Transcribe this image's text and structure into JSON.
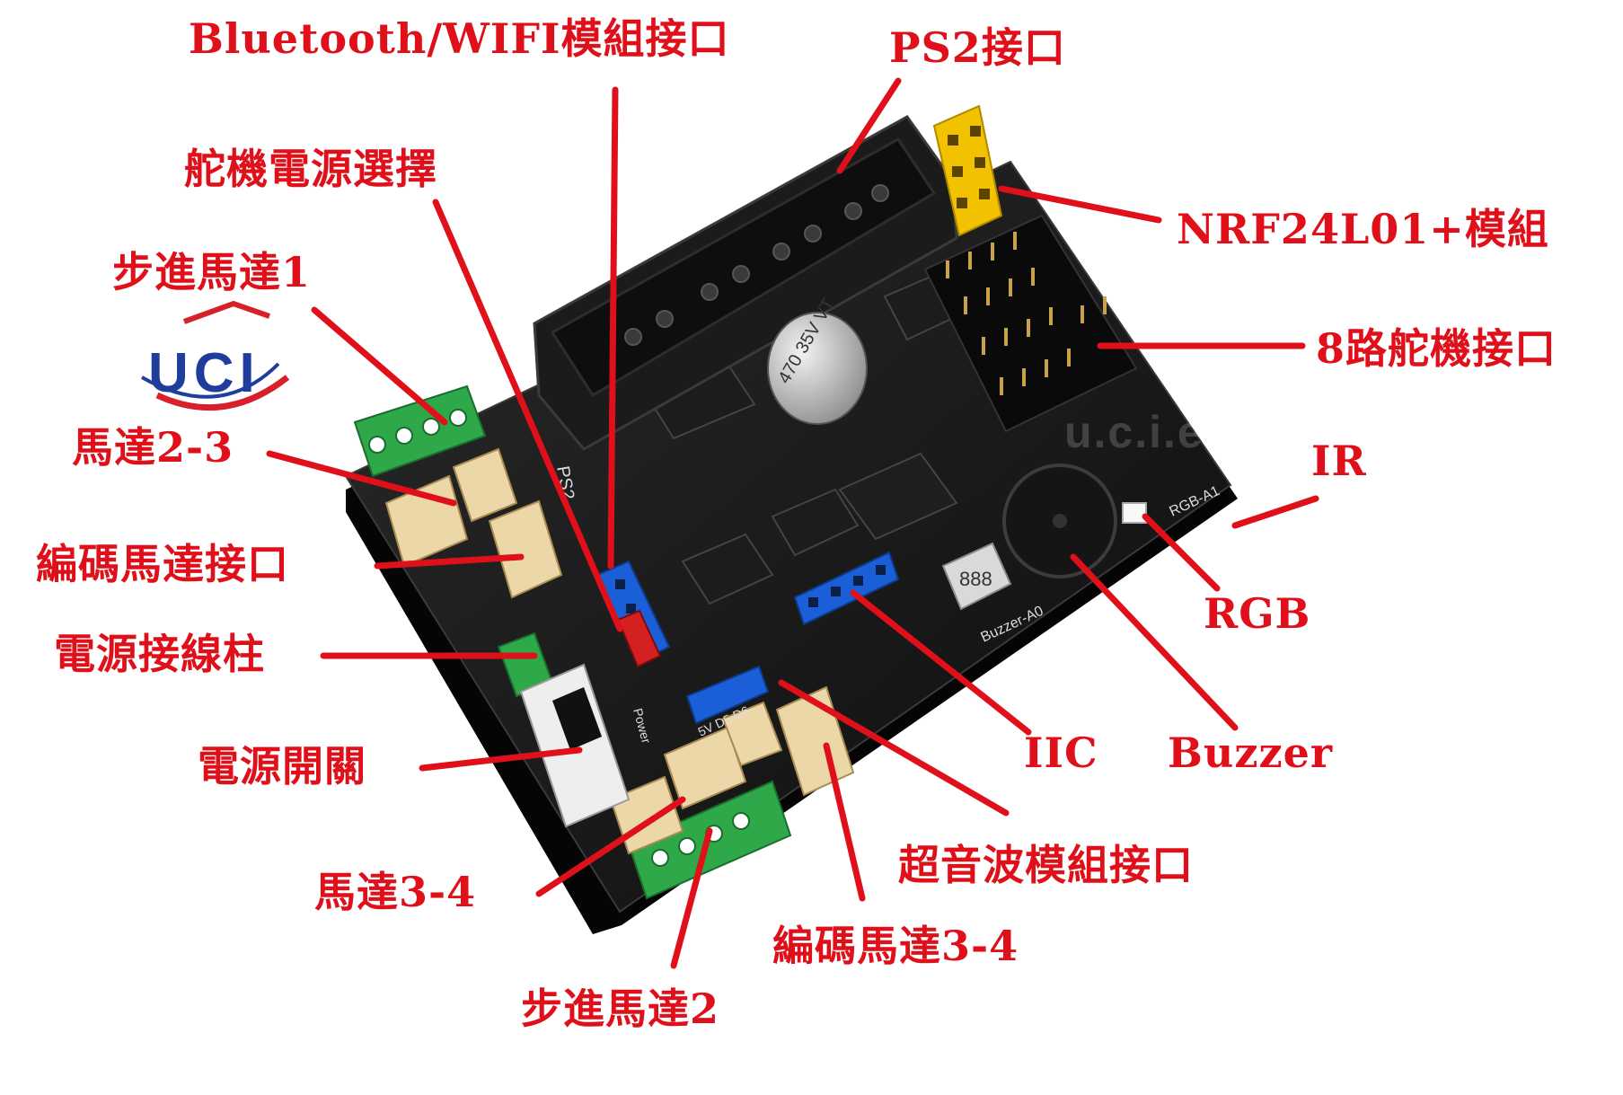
{
  "logo": {
    "text": "UCI",
    "watermark": "u.c.i.electronic"
  },
  "labels": {
    "bluetooth_wifi": "Bluetooth/WIFI模組接口",
    "ps2": "PS2接口",
    "servo_power": "舵機電源選擇",
    "stepper1": "步進馬達1",
    "nrf24l01": "NRF24L01+模組",
    "servo8": "8路舵機接口",
    "motor23": "馬達2-3",
    "ir": "IR",
    "encoder_motor": "編碼馬達接口",
    "rgb": "RGB",
    "power_terminal": "電源接線柱",
    "power_switch": "電源開關",
    "iic": "IIC",
    "buzzer": "Buzzer",
    "ultrasonic": "超音波模組接口",
    "motor34": "馬達3-4",
    "encoder_motor34": "編碼馬達3-4",
    "stepper2": "步進馬達2"
  },
  "silkscreen": {
    "ps2": "PS2",
    "capacitor": "470 35V VT",
    "crystal": "888",
    "buzzer": "Buzzer-A0",
    "rgb": "RGB-A1",
    "power": "Power",
    "pins": "5V D5 D6"
  },
  "colors": {
    "label": "#e0101a",
    "arrow": "#e0101a",
    "board": "#161616",
    "terminal_green": "#2fa84a",
    "header_blue": "#1a5fd8",
    "jumper_red": "#d42020",
    "nrf_yellow": "#f2c200",
    "connector_cream": "#ecd7a8",
    "logo_blue": "#1f3d9c"
  },
  "icons": {
    "logo": "uci-logo-icon",
    "board": "circuit-board-icon"
  }
}
